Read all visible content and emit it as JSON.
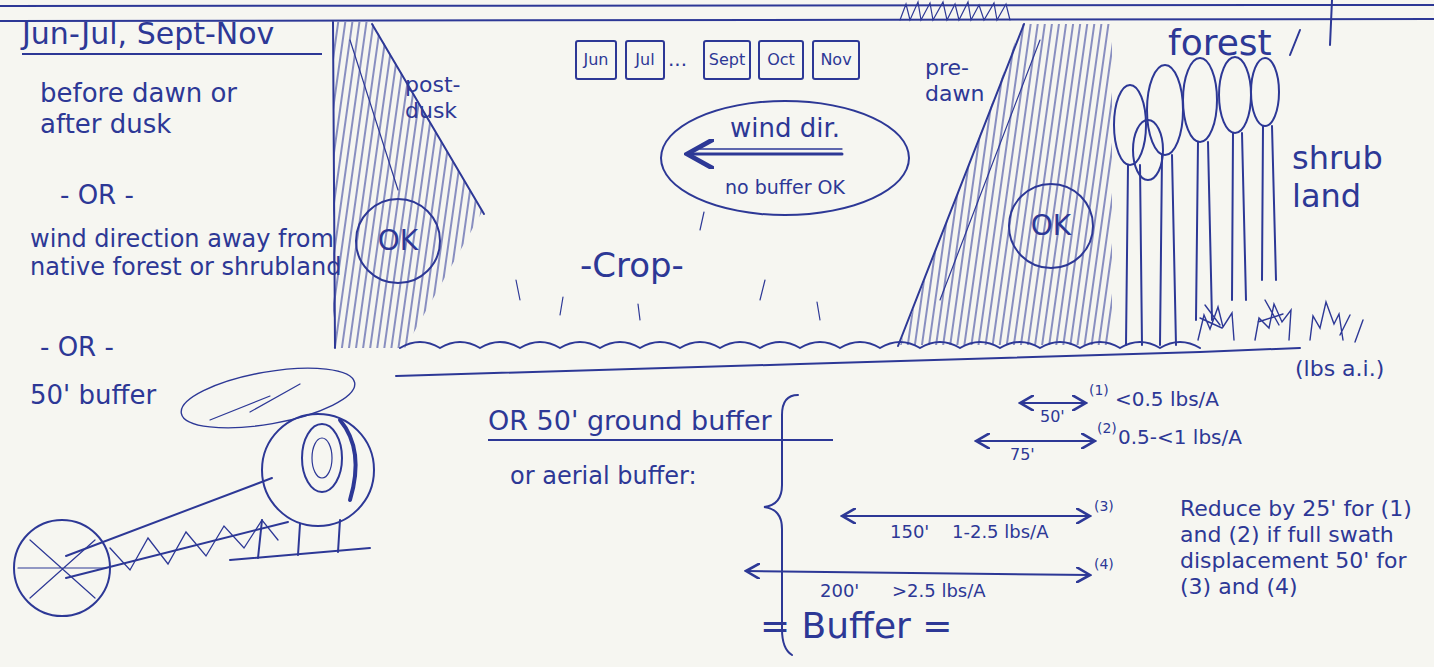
{
  "diagram": {
    "nodes": [
      {
        "text": [
          "Jun"
        ]
      },
      {
        "text": [
          "Jul"
        ]
      },
      {
        "text": [
          "Sept"
        ]
      },
      {
        "text": [
          "Oct"
        ]
      },
      {
        "text": [
          "Nov"
        ]
      },
      {
        "text": [
          "wind dir.",
          "no buffer OK"
        ]
      },
      {
        "text": [
          "OK"
        ]
      },
      {
        "text": [
          "OK"
        ]
      }
    ],
    "labels": [
      "Jun-Jul, Sept-Nov",
      "before dawn or after dusk",
      "- OR -",
      "wind direction away from native forest or shrubland",
      "- OR -",
      "50' buffer",
      "post-dusk",
      "...",
      "pre-dawn",
      "forest",
      "shrub land",
      "-Crop-",
      "(lbs a.i.)",
      "OR 50' ground buffer",
      "or aerial buffer:",
      "50'",
      "(1)",
      "<0.5 lbs/A",
      "75'",
      "(2)",
      "0.5-<1 lbs/A",
      "150'",
      "1-2.5 lbs/A",
      "(3)",
      "200'",
      ">2.5 lbs/A",
      "(4)",
      "Reduce by 25' for (1) and (2) if full swath displacement 50' for (3) and (4)",
      "= Buffer ="
    ]
  }
}
